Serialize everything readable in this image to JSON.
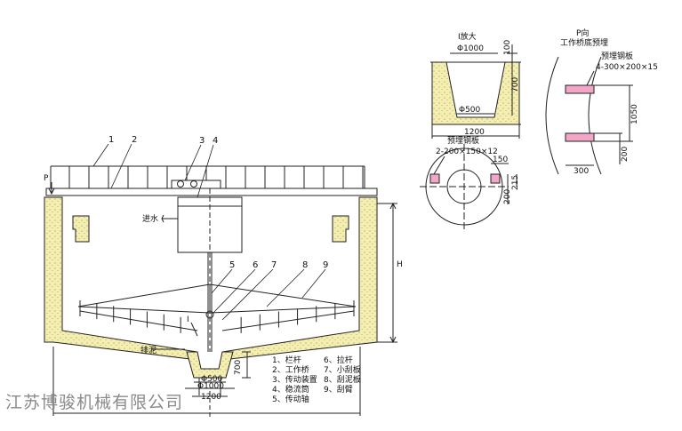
{
  "company_watermark": "江苏博骏机械有限公司",
  "main_section": {
    "callout_numbers": [
      "1",
      "2",
      "3",
      "4",
      "5",
      "6",
      "7",
      "8",
      "9"
    ],
    "marker_P": "P",
    "marker_I": "I",
    "label_inlet": "进水",
    "label_outlet": "排泥",
    "dim_H": "H",
    "dim_700": "700",
    "dim_phi500": "Φ500",
    "dim_1200": "1200",
    "dim_phi1000": "Φ1000"
  },
  "legend": [
    "1、栏杆",
    "2、工作桥",
    "3、传动装置",
    "4、稳流筒",
    "5、传动轴",
    "6、拉杆",
    "7、小刮板",
    "8、刮泥板",
    "9、刮臂"
  ],
  "detail_I": {
    "title": "I放大",
    "phi1000": "Φ1000",
    "dim_100": "100",
    "dim_700": "700",
    "phi500": "Φ500",
    "dim_1200": "1200"
  },
  "plate_view": {
    "title": "预埋钢板",
    "spec": "2-200×150×12",
    "dim_150": "150",
    "dim_200": "200",
    "dim_215": "215"
  },
  "view_P": {
    "title": "P向",
    "subtitle": "工作桥底预埋",
    "plate_label": "预埋钢板",
    "spec": "4-300×200×15",
    "dim_1050": "1050",
    "dim_200": "200",
    "dim_300": "300"
  },
  "colors": {
    "concrete": "#f4efb0",
    "embedded_plate": "#f2a6c8",
    "line": "#222222",
    "watermark": "#8a8a8a"
  }
}
